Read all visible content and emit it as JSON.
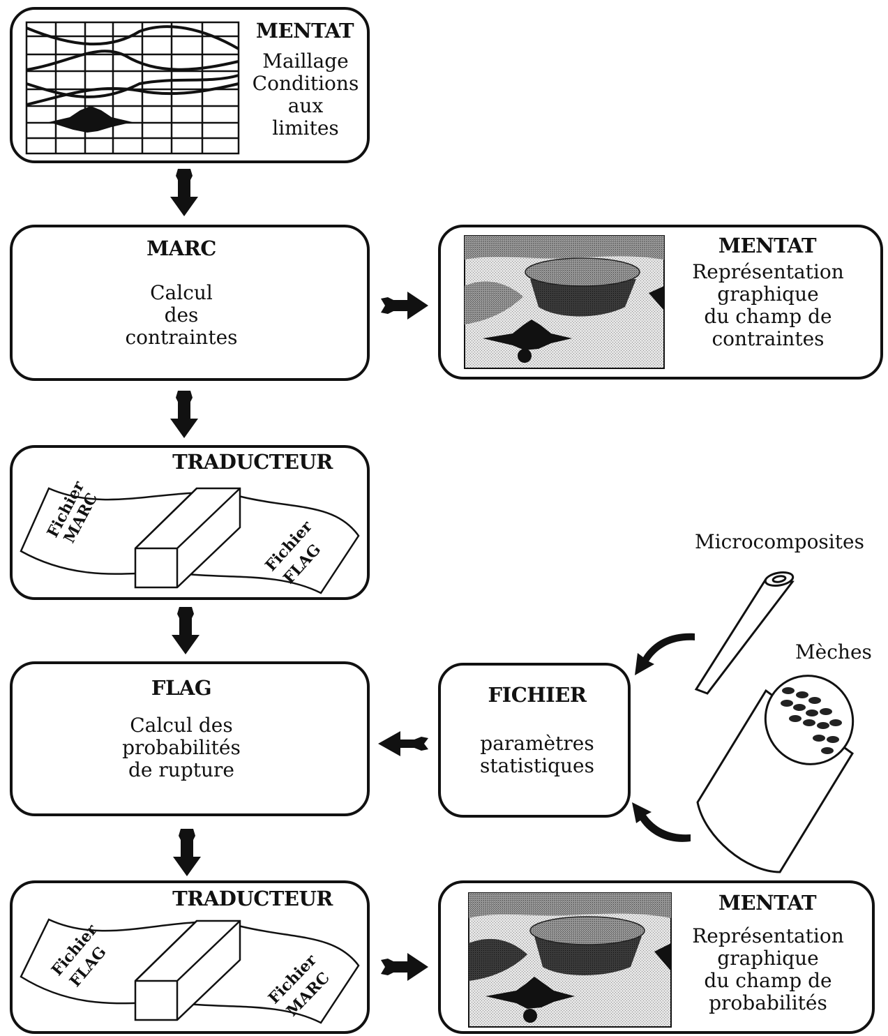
{
  "mentat_top": {
    "title": "MENTAT",
    "lines": "Maillage\nConditions\naux\nlimites"
  },
  "marc": {
    "title": "MARC",
    "lines": "Calcul\ndes\ncontraintes"
  },
  "mentat_stress": {
    "title": "MENTAT",
    "lines": "Représentation\ngraphique\ndu champ de\ncontraintes"
  },
  "traducteur_1": {
    "title": "TRADUCTEUR",
    "file_left": [
      "Fichier",
      "MARC"
    ],
    "file_right": [
      "Fichier",
      "FLAG"
    ]
  },
  "flag": {
    "title": "FLAG",
    "lines": "Calcul des\nprobabilités\nde rupture"
  },
  "fichier": {
    "title": "FICHIER",
    "lines": "paramètres\nstatistiques"
  },
  "microcomposites": {
    "label": "Microcomposites"
  },
  "meches": {
    "label": "Mèches"
  },
  "traducteur_2": {
    "title": "TRADUCTEUR",
    "file_left": [
      "Fichier",
      "FLAG"
    ],
    "file_right": [
      "Fichier",
      "MARC"
    ]
  },
  "mentat_prob": {
    "title": "MENTAT",
    "lines": "Représentation\ngraphique\ndu champ de\nprobabilités"
  },
  "colors": {
    "ink": "#111111",
    "paper": "#ffffff",
    "shade_light": "#c8c8c8",
    "shade_mid": "#8a8a8a",
    "shade_dark": "#2a2a2a"
  }
}
